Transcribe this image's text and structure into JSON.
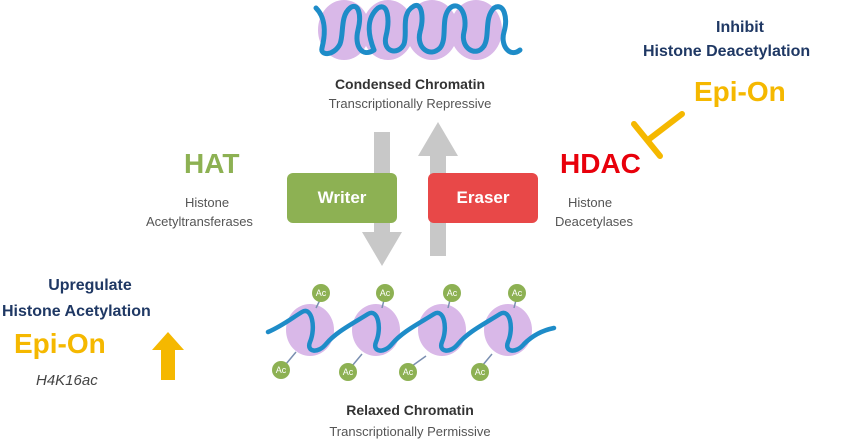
{
  "condensed": {
    "title": "Condensed Chromatin",
    "subtitle": "Transcriptionally Repressive"
  },
  "relaxed": {
    "title": "Relaxed Chromatin",
    "subtitle": "Transcriptionally Permissive"
  },
  "writer": {
    "enzyme": "HAT",
    "desc_line1": "Histone",
    "desc_line2": "Acetyltransferases",
    "role": "Writer",
    "color": "#8DB153"
  },
  "eraser": {
    "enzyme": "HDAC",
    "desc_line1": "Histone",
    "desc_line2": "Deacetylases",
    "role": "Eraser",
    "color": "#E84848"
  },
  "upregulate": {
    "line1": "Upregulate",
    "line2": "Histone Acetylation",
    "product": "Epi-On",
    "mark": "H4K16ac",
    "icon": "up-arrow-icon"
  },
  "inhibit": {
    "line1": "Inhibit",
    "line2": "Histone Deacetylation",
    "product": "Epi-On",
    "icon": "inhibition-bar-icon"
  },
  "acetyl_label": "Ac"
}
